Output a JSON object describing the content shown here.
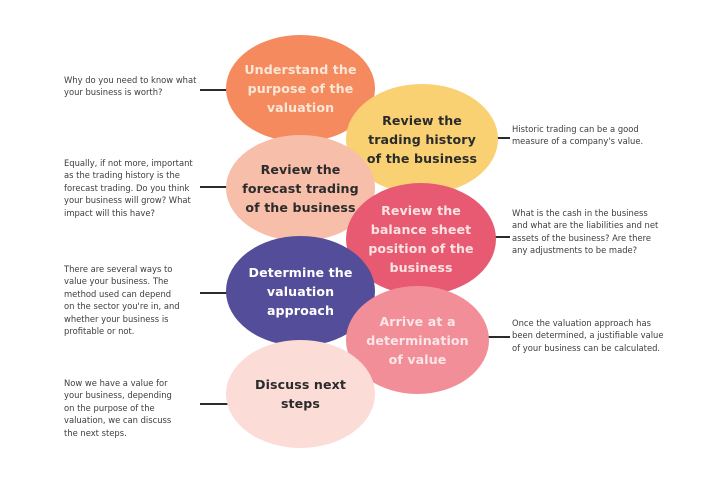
{
  "steps": [
    {
      "label": "Understand the purpose of the valuation",
      "note": "Why do you need to know what your business is worth?",
      "color": "#f58a5f"
    },
    {
      "label": "Review the trading history of the business",
      "note": "Historic trading can be a good measure of a company's value.",
      "color": "#f9d173"
    },
    {
      "label": "Review the forecast trading of the business",
      "note": "Equally, if not more, important as the trading history is the forecast trading. Do you think your business will grow? What impact will this have?",
      "color": "#f7beaa"
    },
    {
      "label": "Review the balance sheet position of the business",
      "note": "What is the cash in the business and what are the liabilities and net assets of the business? Are there any adjustments to be made?",
      "color": "#e85a72"
    },
    {
      "label": "Determine the valuation approach",
      "note": "There are several ways to value your business. The method used can depend on the sector you're in, and whether your business is profitable or not.",
      "color": "#544d9a"
    },
    {
      "label": "Arrive at a determination of value",
      "note": "Once the valuation approach has been determined, a justifiable value of your business can be calculated.",
      "color": "#f28e98"
    },
    {
      "label": "Discuss next steps",
      "note": "Now we have a value for your business, depending on the purpose of the valuation, we can discuss the next steps.",
      "color": "#fbdcd7"
    }
  ]
}
